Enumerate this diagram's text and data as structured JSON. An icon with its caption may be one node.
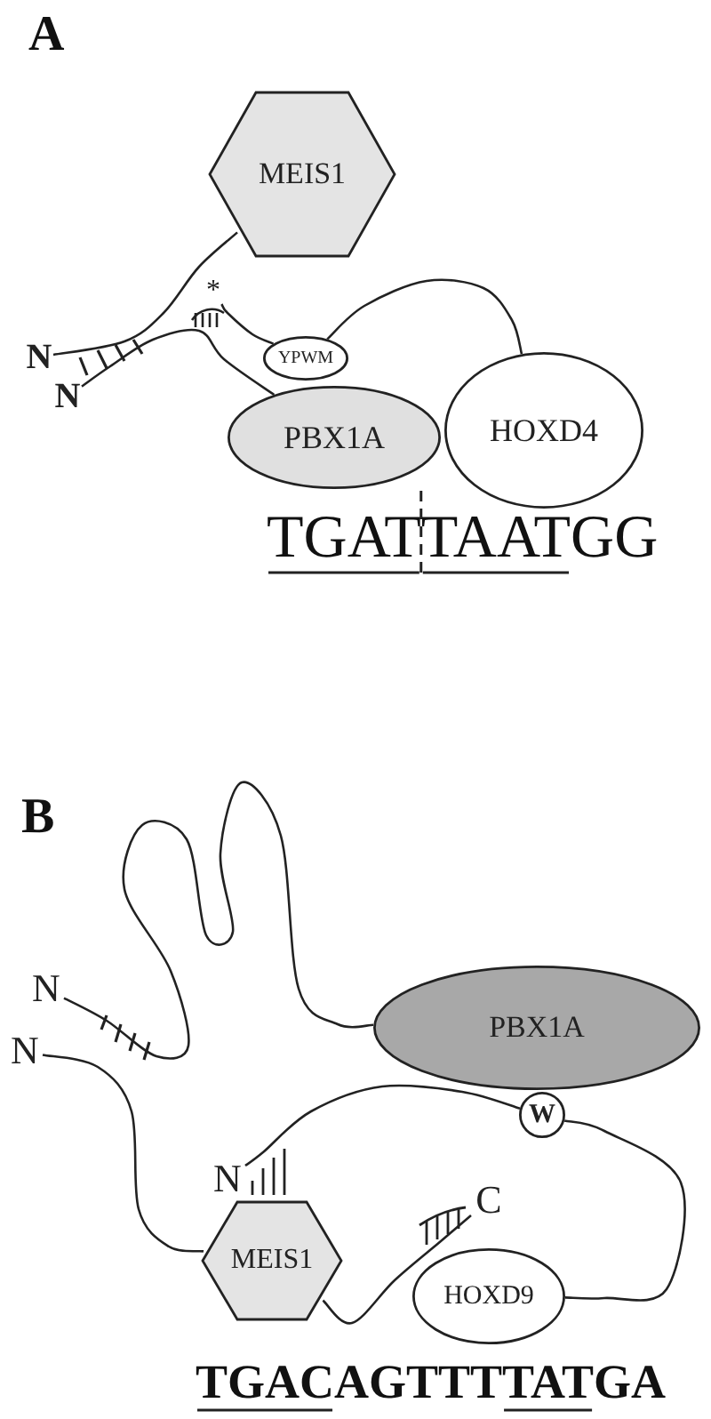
{
  "diagram": {
    "nodes": [
      {
        "text": [
          "MEIS1"
        ]
      },
      {
        "text": [
          "YPWM"
        ]
      },
      {
        "text": [
          "PBX1A"
        ]
      },
      {
        "text": [
          "HOXD4"
        ]
      },
      {
        "text": [
          "N"
        ]
      },
      {
        "text": [
          "N"
        ]
      },
      {
        "text": [
          "*"
        ]
      },
      {
        "text": [
          "N"
        ]
      },
      {
        "text": [
          "N"
        ]
      },
      {
        "text": [
          "PBX1A"
        ]
      },
      {
        "text": [
          "W"
        ]
      },
      {
        "text": [
          "N"
        ]
      },
      {
        "text": [
          "MEIS1"
        ]
      },
      {
        "text": [
          "C"
        ]
      },
      {
        "text": [
          "HOXD9"
        ]
      }
    ],
    "edges": [
      {
        "from": 0,
        "to": 4,
        "arrow": "none"
      },
      {
        "from": 5,
        "to": 2,
        "arrow": "none"
      },
      {
        "from": 6,
        "to": 1,
        "arrow": "none"
      },
      {
        "from": 1,
        "to": 3,
        "arrow": "none"
      },
      {
        "from": 7,
        "to": 9,
        "arrow": "none"
      },
      {
        "from": 8,
        "to": 12,
        "arrow": "none"
      },
      {
        "from": 11,
        "to": 10,
        "arrow": "none"
      },
      {
        "from": 10,
        "to": 14,
        "arrow": "none"
      },
      {
        "from": 12,
        "to": 13,
        "arrow": "none"
      }
    ],
    "labels": [
      "A",
      "TGATTAATGG",
      "B",
      "TGACAGTTTTATGA"
    ]
  }
}
